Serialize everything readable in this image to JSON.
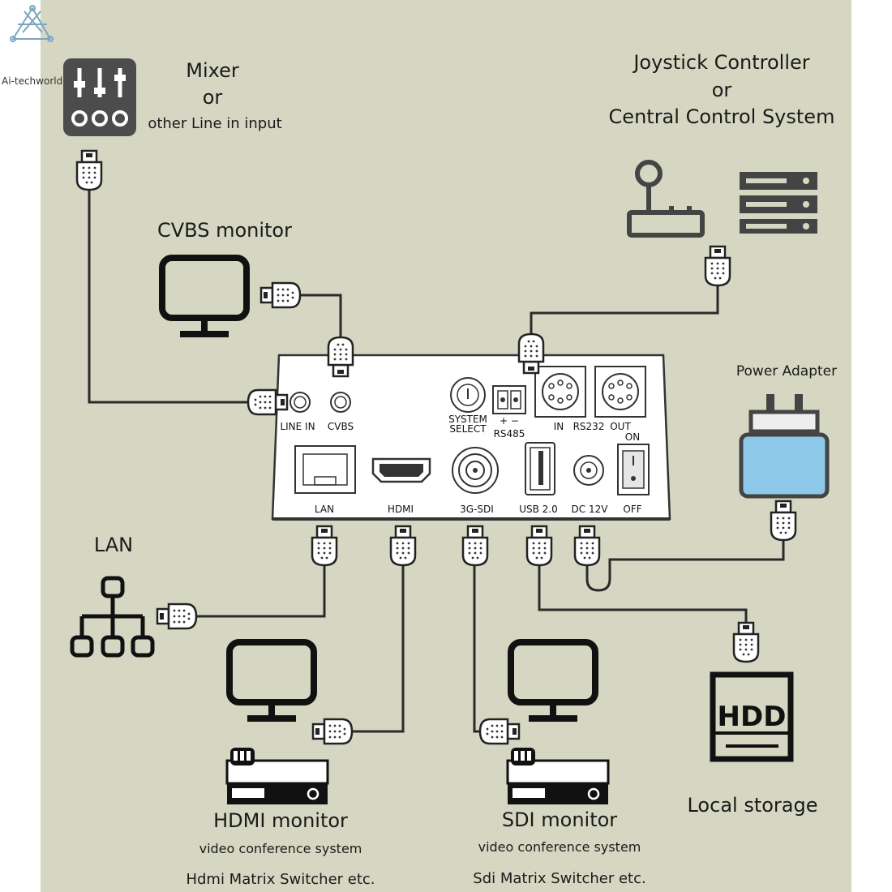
{
  "watermark": "Ai-techworld",
  "labels": {
    "mixer_line1": "Mixer",
    "mixer_line2": "or",
    "mixer_line3": "other Line in input",
    "joystick_line1": "Joystick Controller",
    "joystick_line2": "or",
    "joystick_line3": "Central Control System",
    "cvbs_monitor": "CVBS monitor",
    "power_adapter": "Power Adapter",
    "lan": "LAN",
    "hdmi_monitor": "HDMI monitor",
    "hdmi_sub1": "video conference system",
    "hdmi_sub2": "Hdmi Matrix Switcher etc.",
    "sdi_monitor": "SDI monitor",
    "sdi_sub1": "video conference system",
    "sdi_sub2": "Sdi Matrix Switcher etc.",
    "local_storage": "Local storage",
    "hdd": "HDD"
  },
  "ports": {
    "line_in": "LINE IN",
    "cvbs": "CVBS",
    "system_select_1": "SYSTEM",
    "system_select_2": "SELECT",
    "rs485": "RS485",
    "rs485_polarity": "+ −",
    "in": "IN",
    "rs232": "RS232",
    "out": "OUT",
    "on": "ON",
    "off": "OFF",
    "lan": "LAN",
    "hdmi": "HDMI",
    "sdi": "3G-SDI",
    "usb": "USB 2.0",
    "dc": "DC 12V"
  },
  "colors": {
    "background": "#d6d7c2",
    "adapter_body": "#8ec8e8",
    "device_panel": "#ffffff"
  }
}
